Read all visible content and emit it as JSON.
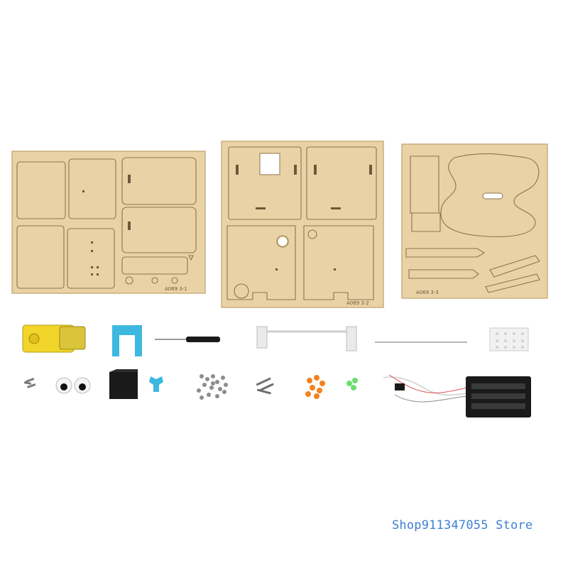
{
  "boards": [
    {
      "label": "A069 3-1"
    },
    {
      "label": "A069 3-2"
    },
    {
      "label": "A069 3-3"
    }
  ],
  "watermark": "Shop911347055 Store",
  "colors": {
    "wood": "#e9d3a6",
    "wood_edge": "#c9ae7c",
    "cut_line": "#8a7450",
    "motor_yellow": "#f2d52a",
    "bracket_blue": "#3db8e0",
    "battery_black": "#1a1a1a",
    "orange_parts": "#f5821f",
    "green_parts": "#6fdc6f",
    "watermark": "#3f7fd6"
  },
  "parts": [
    {
      "name": "yellow-gear-motor"
    },
    {
      "name": "blue-bracket"
    },
    {
      "name": "screwdriver"
    },
    {
      "name": "white-axle-frame"
    },
    {
      "name": "metal-rod"
    },
    {
      "name": "white-perforated-block"
    },
    {
      "name": "screws-small"
    },
    {
      "name": "googly-eyes"
    },
    {
      "name": "black-square-piece"
    },
    {
      "name": "blue-connector"
    },
    {
      "name": "screws-pile"
    },
    {
      "name": "screws-medium"
    },
    {
      "name": "orange-beads"
    },
    {
      "name": "green-beads"
    },
    {
      "name": "battery-box-with-wires"
    }
  ]
}
